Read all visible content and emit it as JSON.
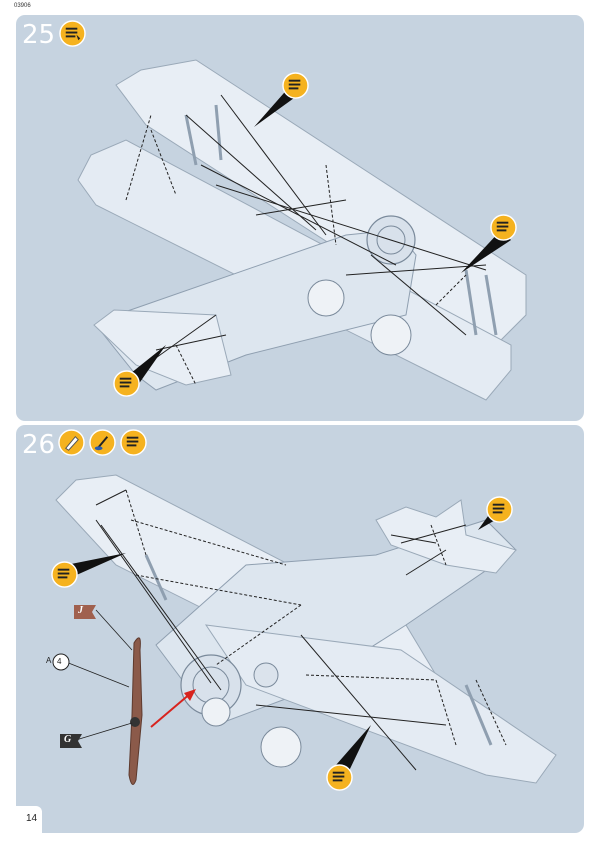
{
  "document_code": "03906",
  "page_number": "14",
  "steps": [
    {
      "number": "25",
      "icons": [
        "assembly-instruction-icon"
      ]
    },
    {
      "number": "26",
      "icons": [
        "sanding-icon",
        "painting-icon",
        "assembly-instruction-icon"
      ]
    }
  ],
  "callouts": {
    "part_letter": "A",
    "part_number": "4",
    "color_tag_1": "J",
    "color_tag_2": "G"
  },
  "colors": {
    "panel_bg": "#c6d3e0",
    "icon_fill": "#f5b21f",
    "propeller": "#8b5a4a",
    "arrow": "#d8231e",
    "tag_brown": "#a0604e",
    "tag_dark": "#333333"
  }
}
